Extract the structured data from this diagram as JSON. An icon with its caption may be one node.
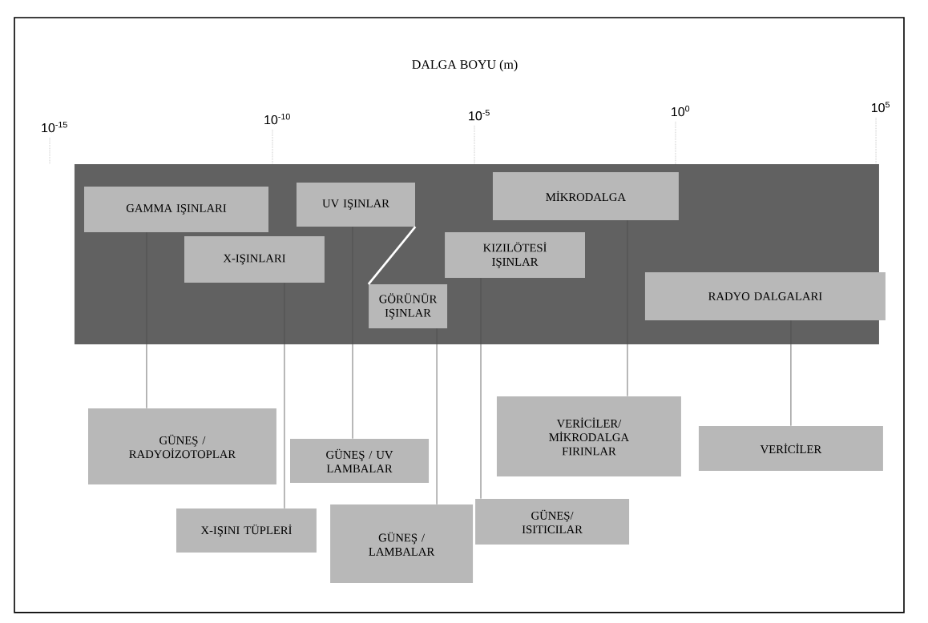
{
  "diagram": {
    "title": "DALGA BOYU (m)",
    "nodes": [
      {
        "text": [],
        "shape": "box"
      },
      {
        "text": [
          "GAMMA IŞINLARI"
        ],
        "in": 0
      },
      {
        "text": [
          "UV IŞINLAR"
        ],
        "in": 0
      },
      {
        "text": [
          "X-IŞINLARI"
        ],
        "in": 0
      },
      {
        "text": [
          "MİKRODALGA"
        ],
        "in": 0
      },
      {
        "text": [
          "KIZILÖTESİ IŞINLAR"
        ],
        "in": 0
      },
      {
        "text": [
          "GÖRÜNÜR IŞINLAR"
        ],
        "in": 0
      },
      {
        "text": [
          "RADYO DALGALARI"
        ],
        "in": 0
      },
      {
        "text": [
          "GÜNEŞ / RADYOİZOTOPLAR"
        ]
      },
      {
        "text": [
          "X-IŞINI TÜPLERİ"
        ]
      },
      {
        "text": [
          "GÜNEŞ / UV LAMBALAR"
        ]
      },
      {
        "text": [
          "GÜNEŞ / LAMBALAR"
        ]
      },
      {
        "text": [
          "VERİCİLER/ MİKRODALGA FIRINLAR"
        ]
      },
      {
        "text": [
          "GÜNEŞ/ ISITICILAR"
        ]
      },
      {
        "text": [
          "VERİCİLER"
        ]
      }
    ],
    "edges": [
      {
        "from": 2,
        "to": 6,
        "arrow": "none",
        "color": "#ffffff",
        "style": "thick"
      },
      {
        "from": 1,
        "to": 8,
        "arrow": "none"
      },
      {
        "from": 3,
        "to": 9,
        "arrow": "none"
      },
      {
        "from": 2,
        "to": 10,
        "arrow": "none"
      },
      {
        "from": 6,
        "to": 11,
        "arrow": "none"
      },
      {
        "from": 5,
        "to": 13,
        "arrow": "none"
      },
      {
        "from": 4,
        "to": 12,
        "arrow": "none"
      },
      {
        "from": 7,
        "to": 14,
        "arrow": "none"
      }
    ],
    "labels": [
      "10$^{-15}$",
      "10$^{-10}$",
      "10$^{-5}$",
      "10$^{0}$",
      "10$^{5}$"
    ]
  }
}
